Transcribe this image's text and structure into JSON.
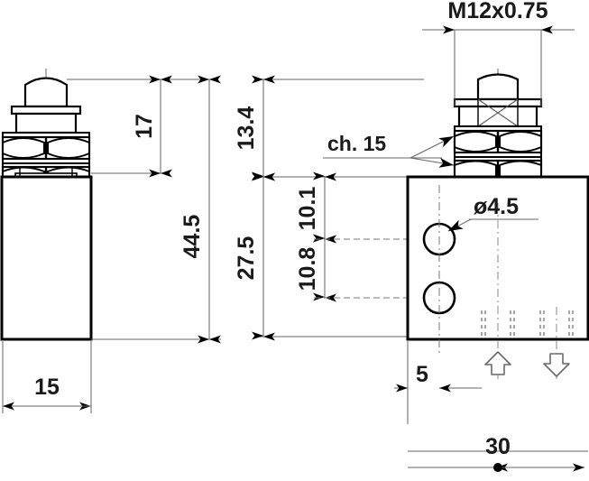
{
  "drawing": {
    "title": "Pneumatic valve technical drawing",
    "views": [
      {
        "name": "side-view",
        "label": ""
      },
      {
        "name": "front-view",
        "label": ""
      }
    ]
  },
  "dimensions": {
    "thread": "M12x0.75",
    "height_17": "17",
    "height_44_5": "44.5",
    "width_15": "15",
    "height_13_4": "13.4",
    "height_27_5": "27.5",
    "height_10_1": "10.1",
    "height_10_8": "10.8",
    "hole_dia": "ø4.5",
    "spanner": "ch. 15",
    "offset_5": "5",
    "width_30": "30"
  },
  "colors": {
    "line": "#000000",
    "dim": "#1a1a1a",
    "thin": "#555555",
    "hidden": "#888888",
    "arrow_outline": "#6a6a6a"
  },
  "ports": {
    "inlet_icon": "arrow-up-icon",
    "outlet_icon": "arrow-down-icon"
  }
}
